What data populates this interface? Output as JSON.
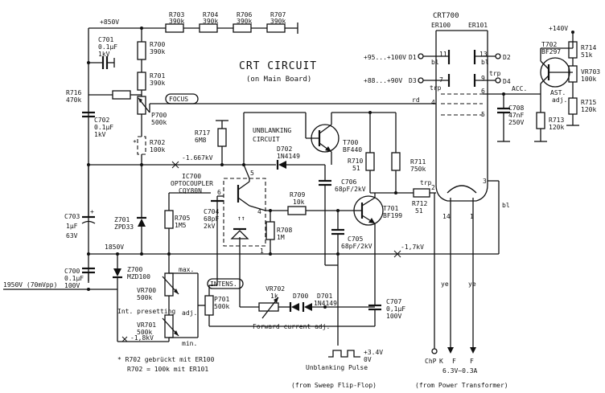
{
  "title": "CRT  CIRCUIT",
  "subtitle": "(on Main Board)",
  "crt": {
    "name": "CRT700",
    "left_label": "ER100",
    "right_label": "ER101"
  },
  "rails": {
    "v850": "+850V",
    "v140": "+140V",
    "v1667": "-1.667kV",
    "v1850": "1850V",
    "v17": "-1,7kV",
    "v18": "-1,8kV"
  },
  "inputs": {
    "d1": "+95...+100V",
    "d3": "+88...+90V",
    "d1_label": "D1",
    "d2_label": "D2",
    "d3_label": "D3",
    "d4_label": "D4",
    "bl": "bl",
    "trp": "trp",
    "rd": "rd",
    "ye": "ye",
    "pin11": "11",
    "pin13": "13",
    "pin9": "9",
    "pin7": "7",
    "pin6": "6",
    "pin4": "4",
    "pin5": "5",
    "pin2": "2",
    "pin3": "3",
    "pin14": "14",
    "pin1": "1"
  },
  "ext_input": "1950V (70mVpp)",
  "tags": {
    "focus": "FOCUS",
    "intens": "INTENS."
  },
  "top_resistors": [
    {
      "ref": "R703",
      "val": "390k"
    },
    {
      "ref": "R704",
      "val": "390k"
    },
    {
      "ref": "R706",
      "val": "390k"
    },
    {
      "ref": "R707",
      "val": "390k"
    }
  ],
  "components": {
    "c701": [
      "C701",
      "0.1µF",
      "1kV"
    ],
    "r700": [
      "R700",
      "390k"
    ],
    "r701": [
      "R701",
      "390k"
    ],
    "r716": [
      "R716",
      "470k"
    ],
    "p700": [
      "P700",
      "500k"
    ],
    "c702": [
      "C702",
      "0.1µF",
      "1kV"
    ],
    "r702": [
      "R702",
      "100k"
    ],
    "r717": [
      "R717",
      "6M8"
    ],
    "unblanking": [
      "UNBLANKING",
      "CIRCUIT"
    ],
    "t700": [
      "T700",
      "BF440"
    ],
    "d702": [
      "D702",
      "1N4149"
    ],
    "r710": [
      "R710",
      "51"
    ],
    "r711": [
      "R711",
      "750k"
    ],
    "ic700": [
      "IC700",
      "OPTOCOUPLER",
      "CQY80N"
    ],
    "c706": [
      "C706",
      "68pF/2kV"
    ],
    "c704": [
      "C704",
      "68pF",
      "2kV"
    ],
    "r709": [
      "R709",
      "10k"
    ],
    "t701": [
      "T701",
      "BF199"
    ],
    "r712": [
      "R712",
      "51"
    ],
    "c703": [
      "C703",
      "1µF",
      "63V"
    ],
    "z701": [
      "Z701",
      "ZPD33"
    ],
    "r705": [
      "R705",
      "1M5"
    ],
    "r708": [
      "R708",
      "1M"
    ],
    "c705": [
      "C705",
      "68pF/2kV"
    ],
    "c700": [
      "C700",
      "0.1µF",
      "100V"
    ],
    "z700": [
      "Z700",
      "MZD100"
    ],
    "vr700": [
      "VR700",
      "500k"
    ],
    "vr701": [
      "VR701",
      "500k"
    ],
    "p701": [
      "P701",
      "500k"
    ],
    "vr702": [
      "VR702",
      "1k"
    ],
    "d700": [
      "D700",
      "D701",
      "1N4149"
    ],
    "c707": [
      "C707",
      "0,1µF",
      "100V"
    ],
    "c708": [
      "C708",
      "47nF",
      "250V"
    ],
    "t702": [
      "T702",
      "BF297"
    ],
    "r714": [
      "R714",
      "51k"
    ],
    "vr703": [
      "VR703",
      "100k"
    ],
    "r713": [
      "R713",
      "120k"
    ],
    "r715": [
      "R715",
      "120k"
    ]
  },
  "misc": {
    "max": "max.",
    "adj": "adj.",
    "min": "min.",
    "int_presetting": "Int. presetting",
    "forward": "Forward current adj.",
    "acc": "ACC.",
    "ast": "AST.",
    "ast_adj": "adj.",
    "ic_pin6": "6",
    "ic_pin5": "5",
    "ic_pin4": "4",
    "ic_pin1": "1",
    "pulse_level": "+3.4V",
    "pulse_zero": "0V"
  },
  "footnote": {
    "line1": "* R702 gebrückt mit ER100",
    "line2": "R702 = 100k   mit ER101"
  },
  "bottom": {
    "unblank": "Unblanking Pulse",
    "sweep": "(from Sweep Flip-Flop)",
    "chp": "ChP",
    "k": "K",
    "f1": "F",
    "f2": "F",
    "heater": "6.3V~0.3A",
    "power": "(from Power Transformer)"
  }
}
